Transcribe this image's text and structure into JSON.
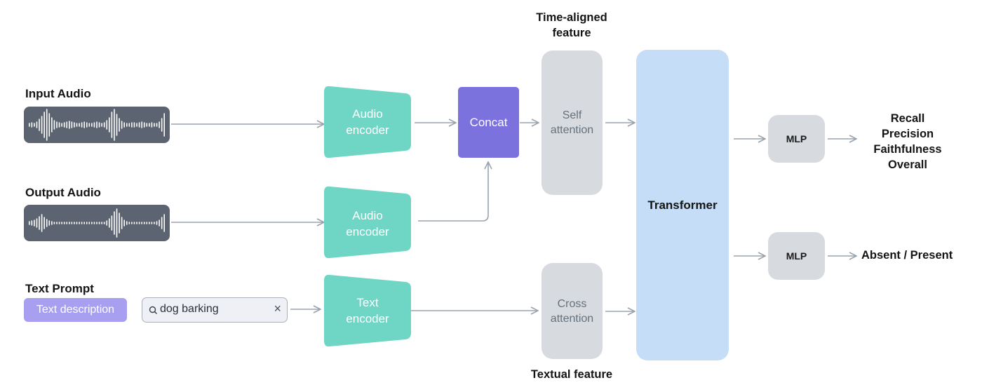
{
  "inputs": {
    "input_audio_label": "Input Audio",
    "output_audio_label": "Output Audio",
    "text_prompt_label": "Text Prompt",
    "text_description_chip": "Text description",
    "search_query": "dog barking",
    "clear_glyph": "×"
  },
  "encoders": {
    "audio_encoder_line1": "Audio",
    "audio_encoder_line2": "encoder",
    "text_encoder_line1": "Text",
    "text_encoder_line2": "encoder"
  },
  "concat_label": "Concat",
  "time_aligned_line1": "Time-aligned",
  "time_aligned_line2": "feature",
  "self_attention_line1": "Self",
  "self_attention_line2": "attention",
  "cross_attention_line1": "Cross",
  "cross_attention_line2": "attention",
  "textual_feature_label": "Textual feature",
  "transformer_label": "Transformer",
  "mlp_label": "MLP",
  "outputs": {
    "recall": "Recall",
    "precision": "Precision",
    "faithfulness": "Faithfulness",
    "overall": "Overall",
    "absent_present": "Absent / Present"
  },
  "colors": {
    "encoder": "#6fd6c6",
    "concat": "#7c72dd",
    "attention": "#d7dbe0",
    "transformer": "#c6ddf8",
    "waveform_bg": "#5b6470",
    "chip": "#a99ff0",
    "arrow": "#9aa3ad"
  },
  "waveforms": {
    "input": [
      2,
      3,
      2,
      4,
      8,
      12,
      18,
      22,
      16,
      10,
      6,
      4,
      3,
      2,
      3,
      4,
      5,
      4,
      3,
      2,
      2,
      3,
      4,
      3,
      2,
      2,
      3,
      4,
      3,
      2,
      3,
      6,
      10,
      18,
      22,
      15,
      9,
      5,
      3,
      2,
      2,
      3,
      3,
      2,
      3,
      4,
      3,
      2,
      2,
      3,
      2,
      2,
      4,
      9,
      16
    ],
    "output": [
      2,
      3,
      4,
      6,
      9,
      12,
      8,
      5,
      3,
      2,
      1,
      1,
      1,
      1,
      1,
      1,
      1,
      1,
      1,
      1,
      1,
      1,
      1,
      1,
      1,
      1,
      1,
      1,
      1,
      1,
      1,
      3,
      6,
      10,
      16,
      20,
      14,
      8,
      4,
      2,
      1,
      1,
      1,
      1,
      1,
      1,
      1,
      1,
      1,
      1,
      1,
      2,
      4,
      8,
      12
    ]
  }
}
